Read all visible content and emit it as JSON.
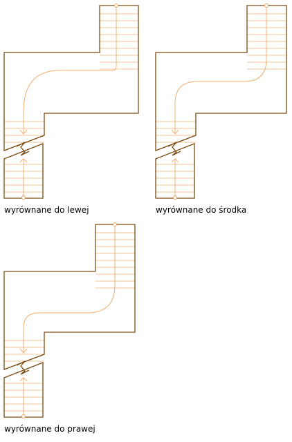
{
  "colors": {
    "background": "#ffffff",
    "outline": "#7a4a10",
    "treads": "#f2c596",
    "walkline": "#f0b070",
    "caption": "#000000"
  },
  "diagrams": [
    {
      "caption": "wyrównane do lewej"
    },
    {
      "caption": "wyrównane do środka"
    },
    {
      "caption": "wyrównane do prawej"
    }
  ]
}
